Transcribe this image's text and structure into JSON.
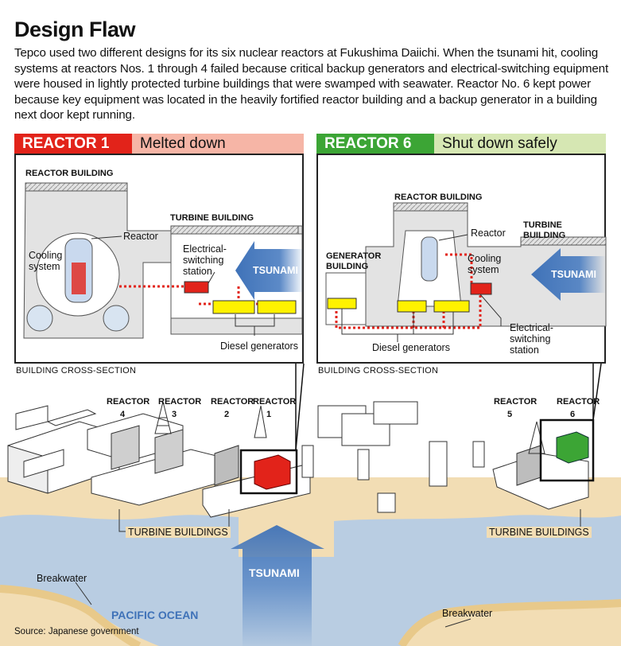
{
  "headline": "Design Flaw",
  "intro": "Tepco used two different designs for its six nuclear reactors at Fukushima Daiichi. When the tsunami hit, cooling systems at reactors Nos. 1 through 4 failed because critical backup generators and electrical-switching equipment were housed in lightly protected turbine buildings that were swamped with seawater. Reactor No. 6 kept power because key equipment was located in the heavily fortified reactor building and a backup generator in a building next door kept running.",
  "left_panel": {
    "tag": "REACTOR 1",
    "status": "Melted down",
    "tag_color": "#e2231a",
    "status_bg": "#f6b5a6",
    "reactor_building": "REACTOR BUILDING",
    "turbine_building": "TURBINE BUILDING",
    "reactor": "Reactor",
    "cooling_system": [
      "Cooling",
      "system"
    ],
    "switching": [
      "Electrical-",
      "switching",
      "station"
    ],
    "tsunami": "TSUNAMI",
    "diesel": "Diesel generators",
    "caption": "BUILDING CROSS-SECTION"
  },
  "right_panel": {
    "tag": "REACTOR 6",
    "status": "Shut down safely",
    "tag_color": "#3ca535",
    "status_bg": "#d6e7b3",
    "reactor_building": "REACTOR BUILDING",
    "turbine_building": [
      "TURBINE",
      "BUILDING"
    ],
    "generator_building": [
      "GENERATOR",
      "BUILDING"
    ],
    "reactor": "Reactor",
    "cooling_system": [
      "Cooling",
      "system"
    ],
    "switching": [
      "Electrical-",
      "switching",
      "station"
    ],
    "tsunami": "TSUNAMI",
    "diesel": "Diesel generators",
    "caption": "BUILDING CROSS-SECTION"
  },
  "map": {
    "reactors": [
      {
        "word": "REACTOR",
        "num": "4"
      },
      {
        "word": "REACTOR",
        "num": "3"
      },
      {
        "word": "REACTOR",
        "num": "2"
      },
      {
        "word": "REACTOR",
        "num": "1"
      },
      {
        "word": "REACTOR",
        "num": "5"
      },
      {
        "word": "REACTOR",
        "num": "6"
      }
    ],
    "turbine_buildings_left": "TURBINE BUILDINGS",
    "turbine_buildings_right": "TURBINE BUILDINGS",
    "tsunami": "TSUNAMI",
    "breakwater_left": "Breakwater",
    "breakwater_right": "Breakwater",
    "ocean": "PACIFIC OCEAN"
  },
  "source": "Source: Japanese government",
  "colors": {
    "sea": "#b9cde2",
    "sand": "#f2ddb4",
    "tsunami_blue": "#4a7dc1",
    "danger_red": "#e2231a",
    "safe_green": "#3ca535",
    "generator_yellow": "#fff200",
    "gray_fill": "#e3e3e3"
  }
}
